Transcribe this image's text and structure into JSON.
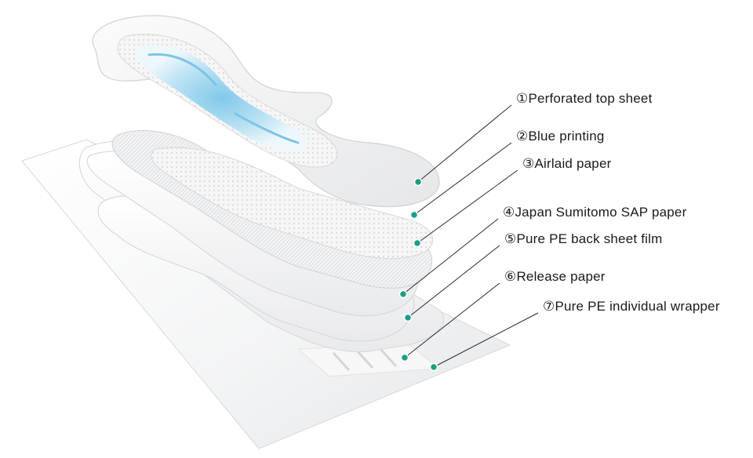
{
  "diagram": {
    "subject": "sanitary-pad-exploded-layers",
    "accent_colors": {
      "marker": "#1a9e87",
      "leader_line": "#2b2b2b",
      "blue_core": "#9fd7ee"
    },
    "layers": [
      {
        "id": "layer-1",
        "label": "①Perforated top sheet"
      },
      {
        "id": "layer-2",
        "label": "②Blue printing"
      },
      {
        "id": "layer-3",
        "label": "③Airlaid paper"
      },
      {
        "id": "layer-4",
        "label": "④Japan Sumitomo SAP paper"
      },
      {
        "id": "layer-5",
        "label": "⑤Pure PE back sheet film"
      },
      {
        "id": "layer-6",
        "label": "⑥Release paper"
      },
      {
        "id": "layer-7",
        "label": "⑦Pure PE individual wrapper"
      }
    ]
  }
}
